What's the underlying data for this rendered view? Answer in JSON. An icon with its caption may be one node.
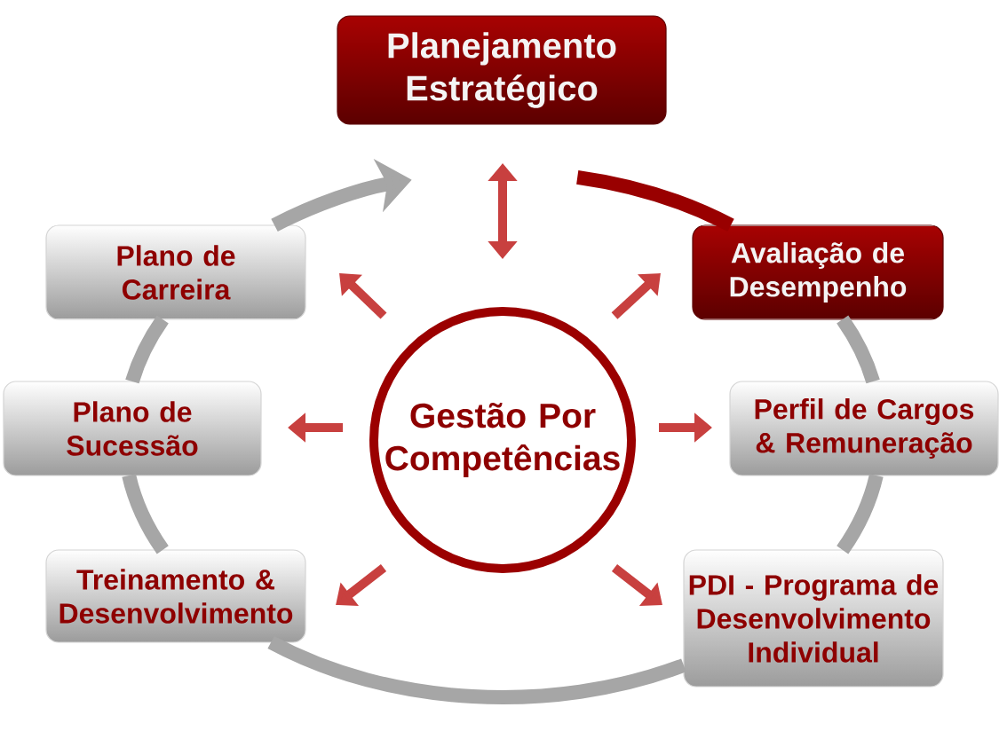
{
  "diagram": {
    "nodes": [
      {
        "text": [
          "Planejamento Estratégico"
        ]
      },
      {
        "text": [
          "Plano de Carreira"
        ]
      },
      {
        "text": [
          "Avaliação de Desempenho"
        ]
      },
      {
        "text": [
          "Plano de Sucessão"
        ]
      },
      {
        "text": [
          "Gestão Por Competências"
        ]
      },
      {
        "text": [
          "Perfil de Cargos & Remuneração"
        ]
      },
      {
        "text": [
          "Treinamento & Desenvolvimento"
        ]
      },
      {
        "text": [
          "PDI - Programa de Desenvolvimento Individual"
        ]
      }
    ],
    "edges": [
      {
        "from": 4,
        "to": 0,
        "arrow": "both"
      },
      {
        "from": 4,
        "to": 1,
        "arrow": "to"
      },
      {
        "from": 4,
        "to": 2,
        "arrow": "to"
      },
      {
        "from": 4,
        "to": 3,
        "arrow": "to"
      },
      {
        "from": 4,
        "to": 5,
        "arrow": "to"
      },
      {
        "from": 4,
        "to": 6,
        "arrow": "to"
      },
      {
        "from": 4,
        "to": 7,
        "arrow": "to"
      },
      {
        "from": 0,
        "to": 2,
        "arrow": "none",
        "color": "#990000"
      },
      {
        "from": 2,
        "to": 5,
        "arrow": "none",
        "color": "#a6a6a6"
      },
      {
        "from": 5,
        "to": 7,
        "arrow": "none",
        "color": "#a6a6a6"
      },
      {
        "from": 7,
        "to": 6,
        "arrow": "none",
        "color": "#a6a6a6"
      },
      {
        "from": 6,
        "to": 3,
        "arrow": "none",
        "color": "#a6a6a6"
      },
      {
        "from": 3,
        "to": 1,
        "arrow": "none",
        "color": "#a6a6a6"
      },
      {
        "from": 1,
        "to": 0,
        "arrow": "to",
        "color": "#a6a6a6"
      }
    ]
  }
}
